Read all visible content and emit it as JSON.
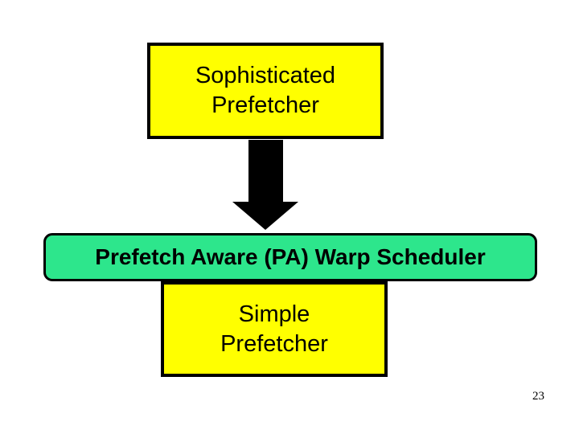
{
  "slide": {
    "boxes": {
      "sophisticated_prefetcher": {
        "line1": "Sophisticated",
        "line2": "Prefetcher"
      },
      "pa_warp_scheduler": {
        "label": "Prefetch Aware (PA) Warp Scheduler"
      },
      "simple_prefetcher": {
        "line1": "Simple",
        "line2": "Prefetcher"
      }
    },
    "page_number": "23"
  },
  "colors": {
    "page-bg": "#ffffff",
    "box-yellow": "#ffff00",
    "box-green": "#2de68c",
    "border-black": "#000000",
    "arrow-black": "#000000",
    "text-black": "#000000"
  }
}
